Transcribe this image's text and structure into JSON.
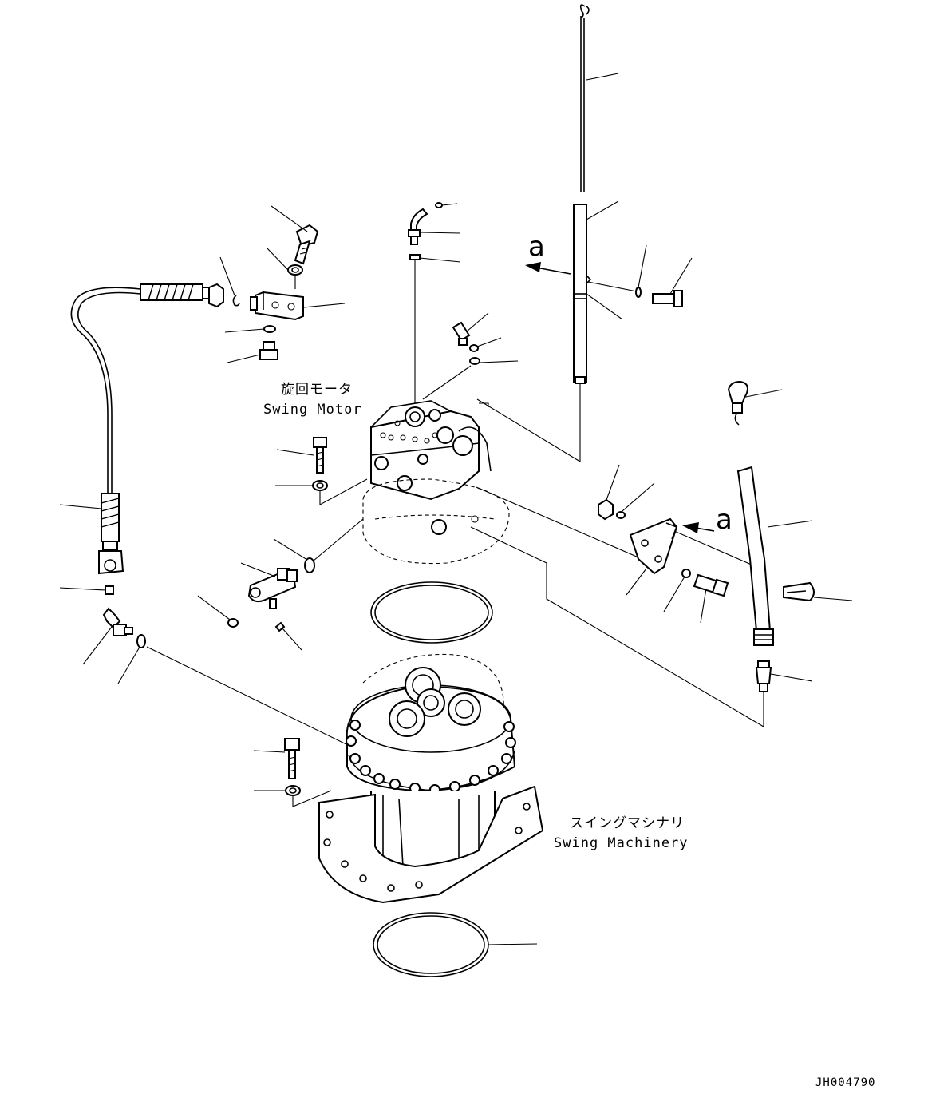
{
  "labels": {
    "swing_motor_jp": "旋回モータ",
    "swing_motor_en": "Swing Motor",
    "swing_machinery_jp": "スイングマシナリ",
    "swing_machinery_en": "Swing Machinery",
    "view_marker_top": "a",
    "view_marker_right": "a",
    "drawing_number": "JH004790"
  }
}
